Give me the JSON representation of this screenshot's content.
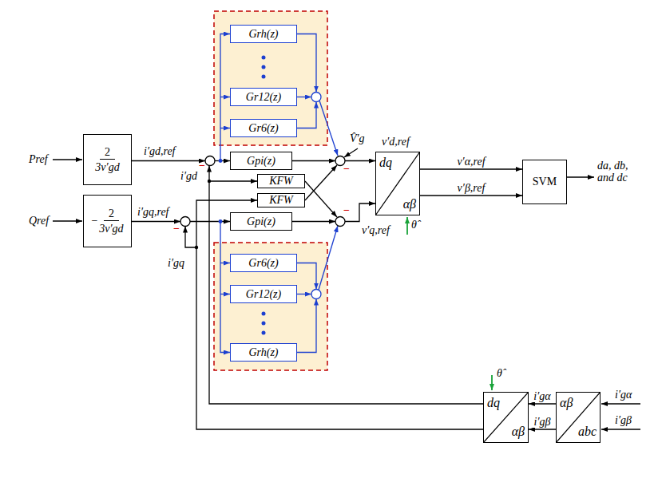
{
  "diagram": {
    "nodes": [
      {
        "text": [
          "2",
          "3v′gd"
        ]
      },
      {
        "text": [
          "−",
          "2",
          "3v′gd"
        ]
      },
      {
        "text": [
          "Grh(z)"
        ]
      },
      {
        "text": [
          "Gr12(z)"
        ]
      },
      {
        "text": [
          "Gr6(z)"
        ]
      },
      {
        "text": [
          "Gpi(z)"
        ]
      },
      {
        "text": [
          "KFW"
        ]
      },
      {
        "text": [
          "KFW"
        ]
      },
      {
        "text": [
          "Gpi(z)"
        ]
      },
      {
        "text": [
          "Gr6(z)"
        ]
      },
      {
        "text": [
          "Gr12(z)"
        ]
      },
      {
        "text": [
          "Grh(z)"
        ]
      },
      {
        "text": [
          "dq",
          "αβ"
        ]
      },
      {
        "text": [
          "SVM"
        ]
      },
      {
        "text": [
          "dq",
          "αβ"
        ]
      },
      {
        "text": [
          "αβ",
          "abc"
        ]
      }
    ],
    "edges": [
      {
        "from": 12,
        "to": 13,
        "label": "v′α,ref",
        "arrow": "to"
      },
      {
        "from": 12,
        "to": 13,
        "label": "v′β,ref",
        "arrow": "to"
      },
      {
        "from": 15,
        "to": 14,
        "label": "i′gα",
        "arrow": "to"
      },
      {
        "from": 15,
        "to": 14,
        "label": "i′gβ",
        "arrow": "to"
      }
    ],
    "labels": [
      "Pref",
      "i′gd,ref",
      "i′gd",
      "−",
      "V̂′g",
      "v′d,ref",
      "Qref",
      "i′gq,ref",
      "i′gq",
      "−",
      "−",
      "−",
      "v′q,ref",
      "θ̂",
      "da, db, and dc",
      "θ̂",
      "i′gα",
      "i′gβ"
    ]
  }
}
